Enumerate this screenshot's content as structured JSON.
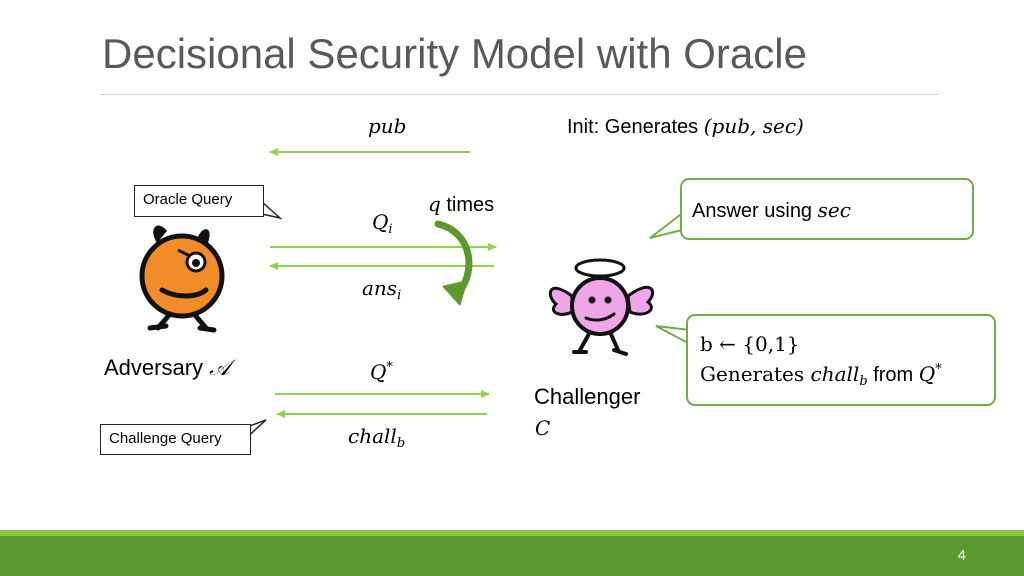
{
  "slide": {
    "title": "Decisional Security Model with Oracle",
    "page_number": "4"
  },
  "labels": {
    "pub": "pub",
    "init_prefix": "Init: Generates ",
    "init_math": "(pub, sec)",
    "q_var": "q",
    "times": " times",
    "Q_i_main": "Q",
    "Q_i_sub": "i",
    "ans_i_main": "ans",
    "ans_i_sub": "i",
    "Q_star_main": "Q",
    "Q_star_sup": "*",
    "chall_main": "chall",
    "chall_sub": "b"
  },
  "callouts": {
    "oracle_query": "Oracle Query",
    "challenge_query": "Challenge Query",
    "answer_prefix": "Answer using ",
    "answer_math": "sec",
    "b_line": "b ← {0,1}",
    "gen_prefix": "Generates ",
    "gen_chall_main": "chall",
    "gen_chall_sub": "b",
    "gen_from": " from ",
    "gen_Q_main": "Q",
    "gen_Q_sup": "*"
  },
  "actors": {
    "adversary_label": "Adversary ",
    "adversary_symbol": "𝒜",
    "challenger_label": "Challenger",
    "challenger_symbol": "C"
  },
  "colors": {
    "arrow_green": "#92d050",
    "dark_green": "#5c9b2f",
    "callout_border": "#70ad47",
    "devil_orange": "#f28c28",
    "angel_pink": "#f0a6e6"
  }
}
